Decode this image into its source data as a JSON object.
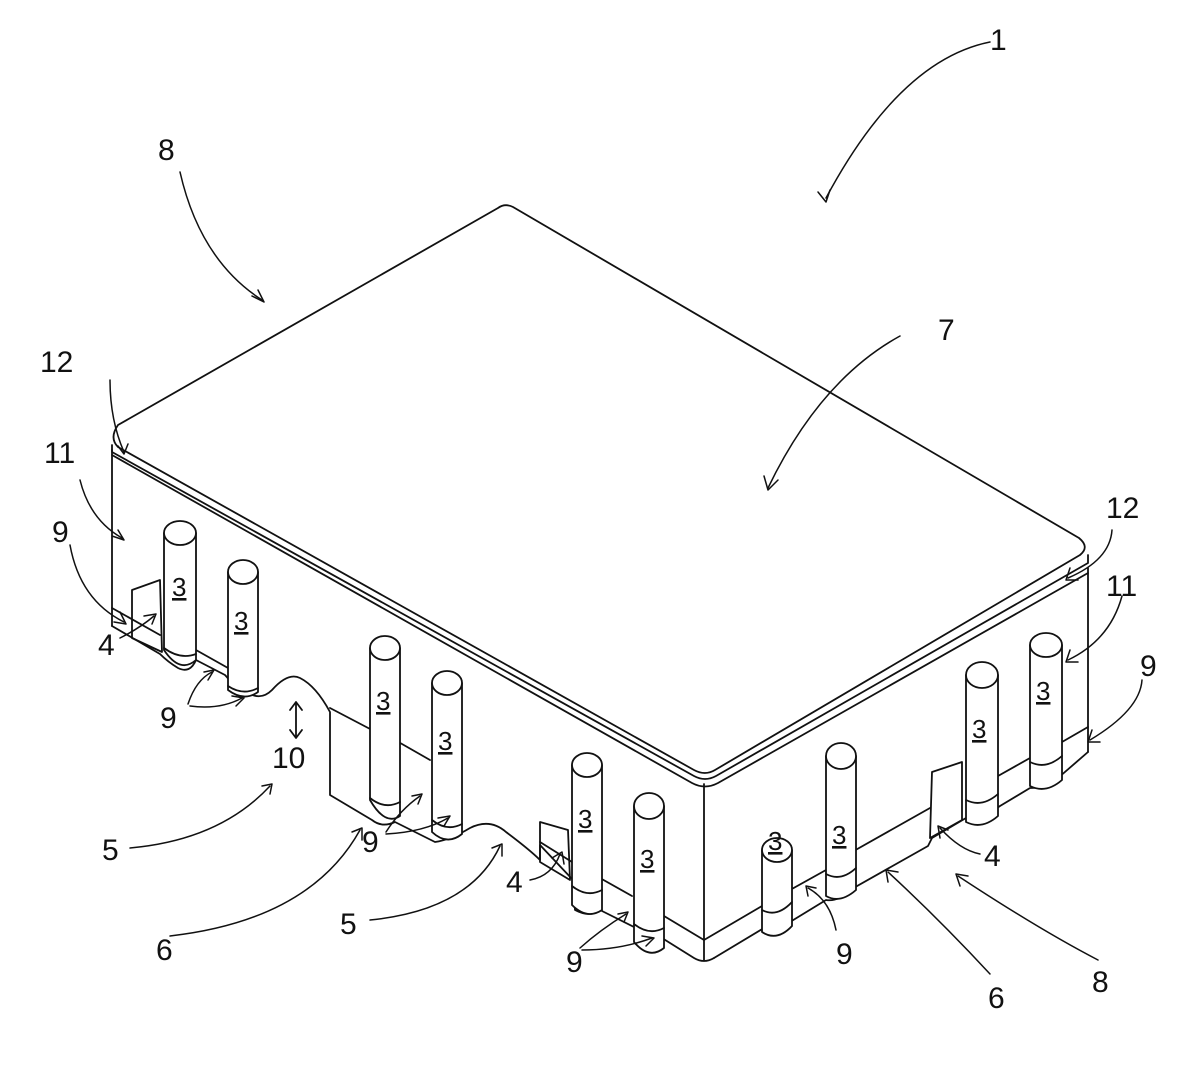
{
  "figure": {
    "style": {
      "line_color": "#111111",
      "background": "#ffffff"
    },
    "reference_numerals": {
      "label_1": "1",
      "label_3": "3",
      "label_4": "4",
      "label_5": "5",
      "label_6": "6",
      "label_7": "7",
      "label_8": "8",
      "label_9": "9",
      "label_10": "10",
      "label_11": "11",
      "label_12": "12"
    }
  }
}
